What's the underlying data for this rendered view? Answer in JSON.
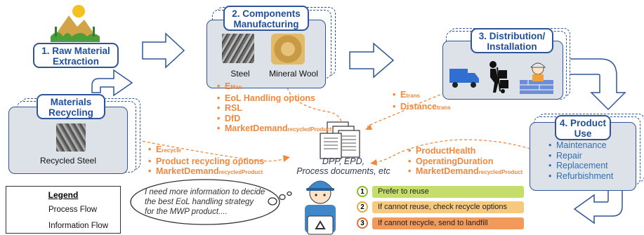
{
  "stages": {
    "raw": {
      "title_line1": "1. Raw Material",
      "title_line2": "Extraction"
    },
    "manufacturing": {
      "title_line1": "2. Components",
      "title_line2": "Manufacturing",
      "steel_label": "Steel",
      "wool_label": "Mineral Wool"
    },
    "distribution": {
      "title_line1": "3. Distribution/",
      "title_line2": "Installation"
    },
    "use": {
      "title_line1": "4. Product",
      "title_line2": "Use",
      "items": [
        "Maintenance",
        "Repair",
        "Replacement",
        "Refurbishment"
      ]
    },
    "recycling": {
      "title_line1": "Materials",
      "title_line2": "Recycling",
      "caption": "Recycled Steel"
    }
  },
  "info_flows": {
    "manufacturing": {
      "items": [
        {
          "text": "E",
          "sub": "Man"
        },
        {
          "text": "EoL Handling options",
          "sub": ""
        },
        {
          "text": "RSL",
          "sub": ""
        },
        {
          "text": "DfD",
          "sub": ""
        },
        {
          "text": "MarketDemand",
          "sub": "recycledProduct"
        }
      ]
    },
    "distribution": {
      "items": [
        {
          "text": "E",
          "sub": "trans"
        },
        {
          "text": "Distance",
          "sub": "trans"
        }
      ]
    },
    "recycling": {
      "items": [
        {
          "text": "E",
          "sub": "recycle"
        },
        {
          "text": "Product recycling options",
          "sub": ""
        },
        {
          "text": "MarketDemand",
          "sub": "recycledProduct"
        }
      ]
    },
    "use": {
      "items": [
        {
          "text": "ProductHealth",
          "sub": ""
        },
        {
          "text": "OperatingDuration",
          "sub": ""
        },
        {
          "text": "MarketDemand",
          "sub": "recycledProduct"
        }
      ]
    }
  },
  "documents": {
    "line1": "DPP, EPD,",
    "line2": "Process documents, etc"
  },
  "thought": {
    "line1": "I need more information to decide",
    "line2": "the best EoL handling strategy",
    "line3": "for the MWP product...."
  },
  "options": [
    {
      "number": "1",
      "text": "Prefer to reuse",
      "color": "#c5dd6b",
      "ring": "#8fb82a"
    },
    {
      "number": "2",
      "text": "If cannot reuse, check recycle options",
      "color": "#f7c97e",
      "ring": "#e7a83a"
    },
    {
      "number": "3",
      "text": "If cannot recycle, send to landfill",
      "color": "#f29a5c",
      "ring": "#e2702c"
    }
  ],
  "legend": {
    "title": "Legend",
    "process_flow": "Process Flow",
    "information_flow": "Information Flow"
  },
  "colors": {
    "accent_blue": "#2f5597",
    "info_orange": "#f0883e",
    "card_gray": "#dde1e8"
  },
  "icons": [
    "mountain-landscape-icon",
    "steel-rebar-icon",
    "mineral-wool-icon",
    "delivery-truck-icon",
    "hand-truck-worker-icon",
    "bricklayer-icon",
    "document-stack-icon",
    "engineer-icon",
    "recycle-icon"
  ]
}
